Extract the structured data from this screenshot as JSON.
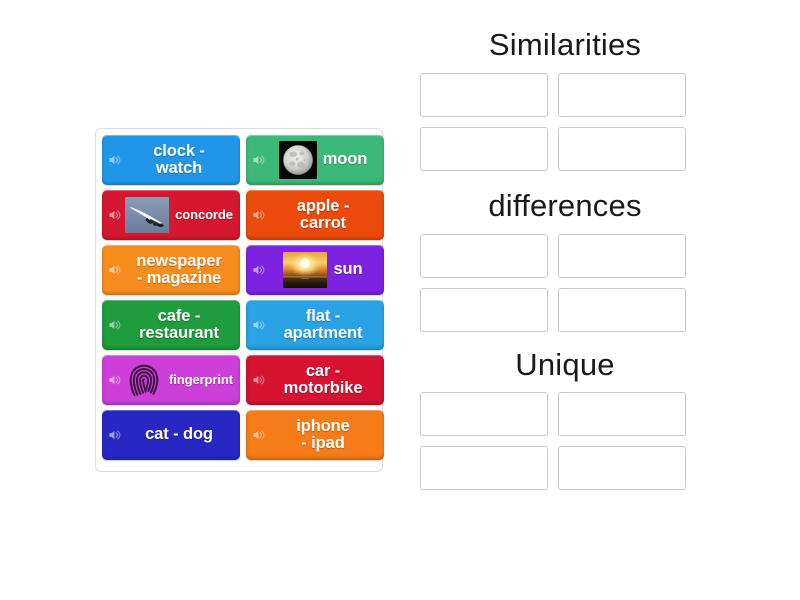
{
  "activity": {
    "type": "group-sort",
    "tray_label": "draggable-tiles-tray"
  },
  "tiles": [
    {
      "label": "clock - watch",
      "color": "#2196e8",
      "text_size": "lg",
      "media": "none",
      "media_alt": ""
    },
    {
      "label": "moon",
      "color": "#3cb878",
      "text_size": "lg",
      "media": "moon",
      "media_alt": "moon-photo"
    },
    {
      "label": "concorde",
      "color": "#d5182f",
      "text_size": "sm",
      "media": "concorde",
      "media_alt": "concorde-photo"
    },
    {
      "label": "apple - carrot",
      "color": "#ea4b0c",
      "text_size": "lg",
      "media": "none",
      "media_alt": ""
    },
    {
      "label": "newspaper - magazine",
      "color": "#f78c1e",
      "text_size": "lg",
      "media": "none",
      "media_alt": ""
    },
    {
      "label": "sun",
      "color": "#7d22e0",
      "text_size": "lg",
      "media": "sun",
      "media_alt": "sunset-photo"
    },
    {
      "label": "cafe - restaurant",
      "color": "#1f9c3e",
      "text_size": "lg",
      "media": "none",
      "media_alt": ""
    },
    {
      "label": "flat - apartment",
      "color": "#29a3e3",
      "text_size": "lg",
      "media": "none",
      "media_alt": ""
    },
    {
      "label": "fingerprint",
      "color": "#cc3fd8",
      "text_size": "sm",
      "media": "fingerprint",
      "media_alt": "fingerprint-photo"
    },
    {
      "label": "car - motorbike",
      "color": "#d61330",
      "text_size": "lg",
      "media": "none",
      "media_alt": ""
    },
    {
      "label": "cat - dog",
      "color": "#2727c4",
      "text_size": "lg",
      "media": "none",
      "media_alt": ""
    },
    {
      "label": "iphone - ipad",
      "color": "#f57c18",
      "text_size": "lg",
      "media": "none",
      "media_alt": ""
    }
  ],
  "tile_lines": [
    [
      "clock -",
      "watch"
    ],
    [
      "moon"
    ],
    [
      "concorde"
    ],
    [
      "apple -",
      "carrot"
    ],
    [
      "newspaper",
      "- magazine"
    ],
    [
      "sun"
    ],
    [
      "cafe -",
      "restaurant"
    ],
    [
      "flat -",
      "apartment"
    ],
    [
      "fingerprint"
    ],
    [
      "car -",
      "motorbike"
    ],
    [
      "cat - dog"
    ],
    [
      "iphone",
      "- ipad"
    ]
  ],
  "groups": [
    {
      "title": "Similarities",
      "slots": [
        "",
        "",
        "",
        ""
      ]
    },
    {
      "title": "differences",
      "slots": [
        "",
        "",
        "",
        ""
      ]
    },
    {
      "title": "Unique",
      "slots": [
        "",
        "",
        "",
        ""
      ]
    }
  ],
  "icons": {
    "speaker": "speaker-icon"
  },
  "colors": {
    "page_background": "#ffffff",
    "tray_border": "#dcdcdc",
    "slot_border": "#c8c8c8",
    "heading_text": "#1a1a1a",
    "tile_text": "#ffffff"
  }
}
